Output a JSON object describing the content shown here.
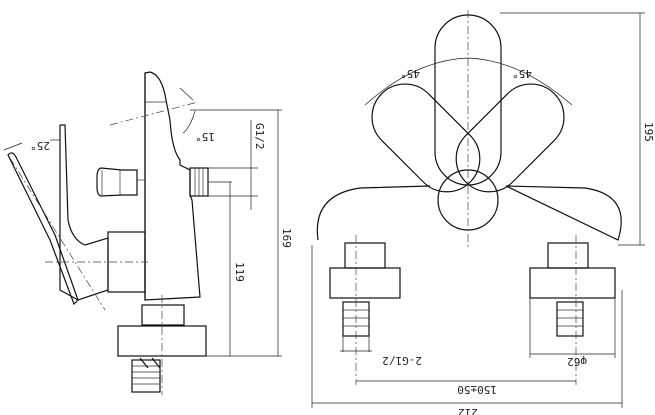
{
  "labels": {
    "lever_angle": "25°",
    "spout_angle": "15°",
    "outlet_thread": "G1/2",
    "total_height_side": "169",
    "outlet_height": "119",
    "handle_angle_left": "45°",
    "handle_angle_right": "45°",
    "total_height_front": "195",
    "inlet_thread": "2-G1/2",
    "flange_diameter": "φ62",
    "inlet_spacing": "150±50",
    "total_width": "212"
  }
}
